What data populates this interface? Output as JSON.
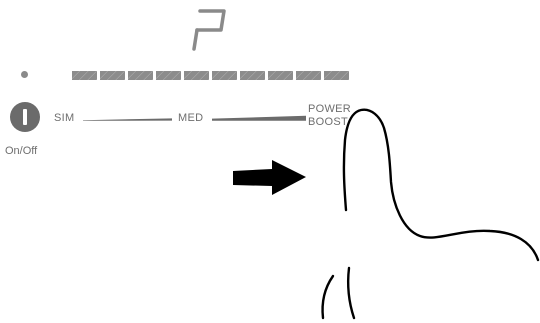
{
  "display": {
    "power_symbol": "P"
  },
  "power_bar": {
    "segment_count": 10,
    "level": 1.0
  },
  "controls": {
    "on_off_label": "On/Off",
    "scale_labels": {
      "sim": "SIM",
      "med": "MED",
      "power_line1": "POWER",
      "boost_line2": "BOOST"
    }
  },
  "colors": {
    "graphics": "#6b6b6b",
    "segments": "#8c8c8c",
    "arrow": "#000000",
    "hand_outline": "#000000"
  },
  "icons": {
    "on_off": "power-button-icon",
    "arrow": "arrow-right-icon",
    "hand": "pointing-finger-icon"
  }
}
